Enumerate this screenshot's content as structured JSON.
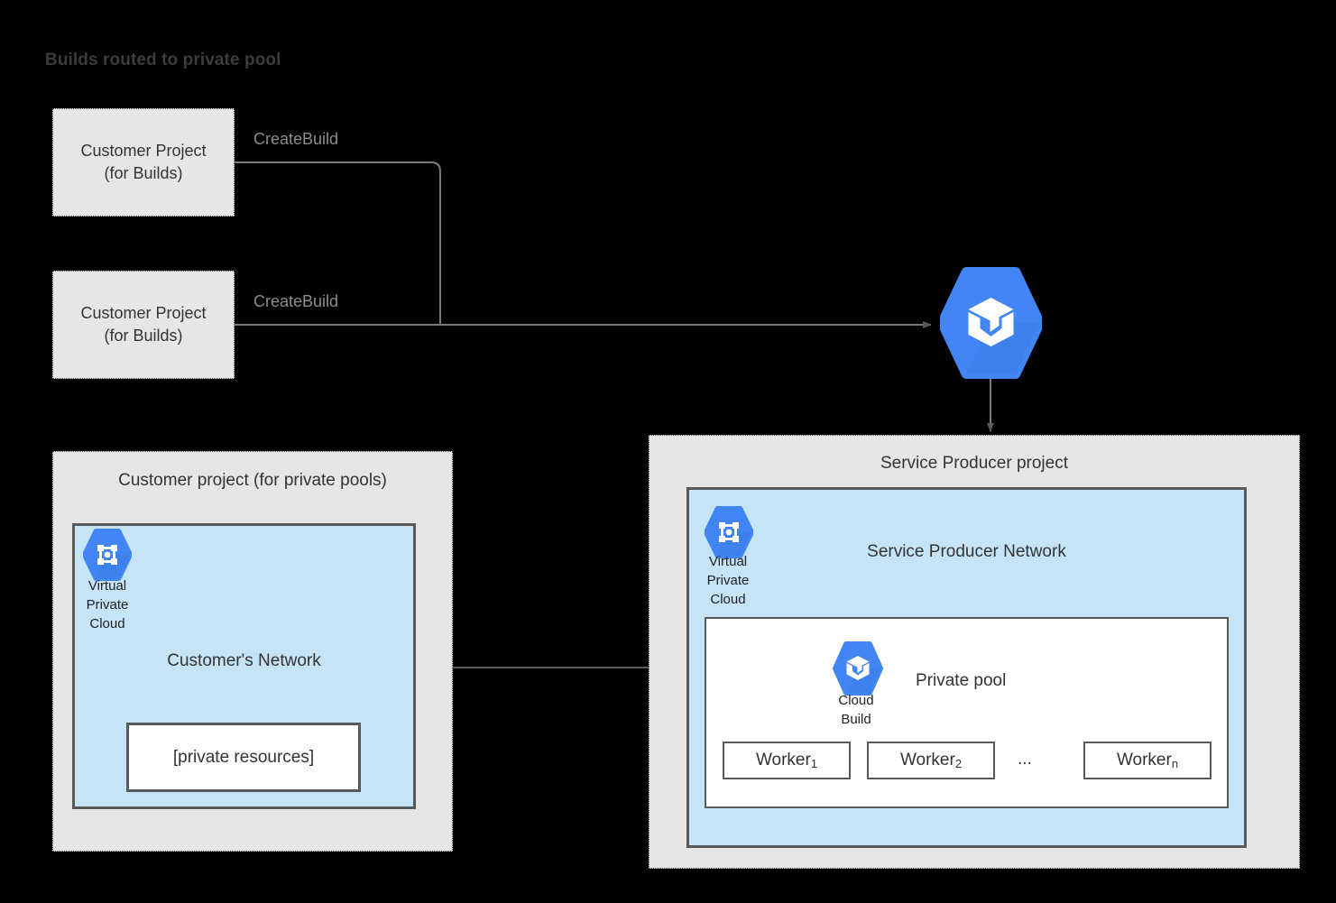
{
  "title": "Builds routed to private pool",
  "colors": {
    "background": "#000000",
    "panel_fill": "#e6e6e6",
    "panel_border": "#4d4d4d",
    "network_fill": "#c6e4f7",
    "network_border": "#595959",
    "gcp_blue": "#4285f4",
    "gcp_blue_shadow": "#3367d6",
    "title_text": "#3c3c3c",
    "body_text": "#333333",
    "label_text": "#8c8c8c",
    "connector": "#666666",
    "white": "#ffffff"
  },
  "build_projects": [
    {
      "line1": "Customer Project",
      "line2": "(for Builds)",
      "edge_label": "CreateBuild"
    },
    {
      "line1": "Customer Project",
      "line2": "(for Builds)",
      "edge_label": "CreateBuild"
    }
  ],
  "cloud_build_service": {
    "icon": "cloud-build-icon"
  },
  "customer_pools_panel": {
    "title": "Customer project (for private pools)",
    "network": {
      "title": "Customer's Network",
      "vpc_icon": "virtual-private-cloud-icon",
      "vpc_caption": "Virtual\nPrivate\nCloud",
      "vpc_caption_lines": [
        "Virtual",
        "Private",
        "Cloud"
      ],
      "resources_box": "[private resources]"
    }
  },
  "service_producer_panel": {
    "title": "Service Producer project",
    "network": {
      "title": "Service Producer Network",
      "vpc_icon": "virtual-private-cloud-icon",
      "vpc_caption_lines": [
        "Virtual",
        "Private",
        "Cloud"
      ]
    },
    "private_pool": {
      "title": "Private pool",
      "cloud_build_icon": "cloud-build-icon",
      "cloud_build_caption_lines": [
        "Cloud",
        "Build"
      ],
      "ellipsis": "...",
      "workers": [
        {
          "name": "Worker",
          "subscript": "1"
        },
        {
          "name": "Worker",
          "subscript": "2"
        },
        {
          "name": "Worker",
          "subscript": "n"
        }
      ]
    }
  }
}
